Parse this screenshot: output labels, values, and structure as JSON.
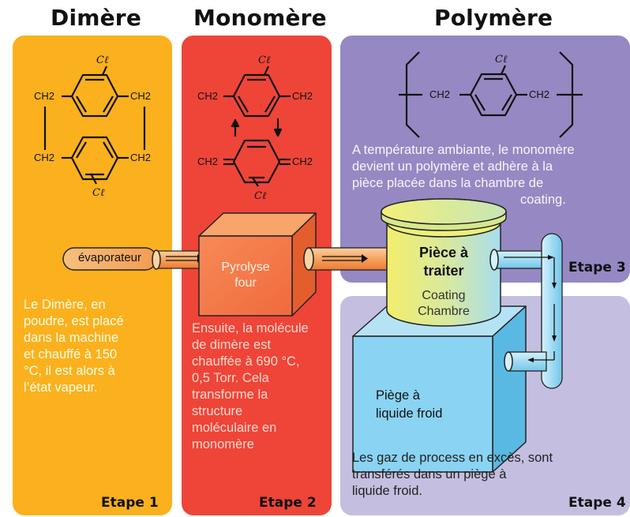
{
  "headers": {
    "dimer": "Dimère",
    "monomer": "Monomère",
    "polymer": "Polymère"
  },
  "panels": {
    "dimer": {
      "description": [
        "Le Dimère, en",
        "poudre, est placé",
        "dans la machine",
        "et chauffé à 150",
        "°C, il est alors à",
        "l’état vapeur."
      ],
      "step": "Etape 1"
    },
    "monomer": {
      "description": [
        "Ensuite, la molécule",
        "de dimère est",
        "chauffée à 690 °C,",
        "0,5 Torr. Cela",
        "transforme la",
        "structure",
        "moléculaire en",
        "monomère"
      ],
      "step": "Etape 2"
    },
    "polymer": {
      "description": [
        "A température ambiante, le monomère",
        "devient un polymère et adhère à la",
        "pièce placée dans la chambre de",
        "coating."
      ],
      "step": "Etape 3"
    },
    "trap": {
      "description": [
        "Les gaz de process en excès, sont",
        "transférés dans un piège à",
        "liquide froid."
      ],
      "step": "Etape 4"
    }
  },
  "equipment": {
    "evaporator": "évaporateur",
    "pyrolysis": [
      "Pyrolyse",
      "four"
    ],
    "part": [
      "Pièce à",
      "traiter"
    ],
    "chamber": [
      "Coating",
      "Chambre"
    ],
    "trap": [
      "Piège à",
      "liquide froid"
    ]
  },
  "chem": {
    "ch2": "CH2",
    "cl": "Cℓ"
  },
  "colors": {
    "dimer_panel": "#fab11d",
    "monomer_panel": "#ee4538",
    "polymer_panel": "#9688c2",
    "trap_panel": "#c4bfe0",
    "pipe": "#f7a866",
    "cold_pipe": "#9fdcf4",
    "trap_box": "#8ad3f2"
  }
}
